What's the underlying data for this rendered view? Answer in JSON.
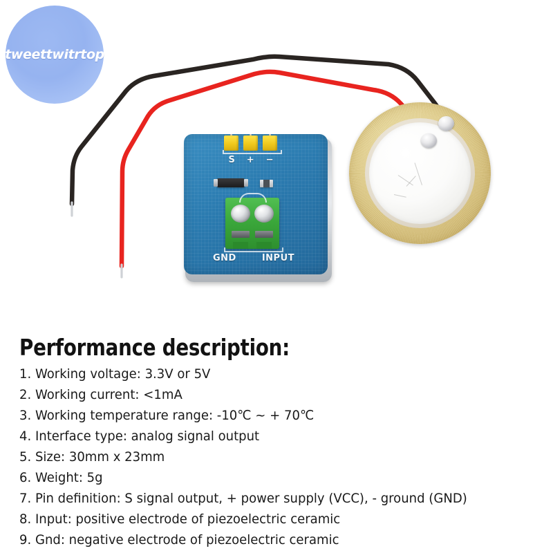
{
  "watermark": {
    "text": "tweettwitrtop",
    "shape": "circle",
    "background_color": "#9db9f2",
    "text_color": "#ffffff"
  },
  "photo": {
    "alt_name": "piezoelectric-vibration-sensor-module-photo",
    "background_color": "#ffffff",
    "pcb": {
      "board_color": "#2b7bb0",
      "header": {
        "block_color": "#f0c91d",
        "pin_labels": [
          "S",
          "+",
          "−"
        ]
      },
      "terminal_block": {
        "color": "#3ba83b",
        "labels": [
          "GND",
          "INPUT"
        ]
      },
      "components": [
        "smd-ic",
        "smd-resistor"
      ]
    },
    "piezo_disc": {
      "ring_color": "#d6c07c",
      "ceramic_color": "#fbfbfa",
      "solder_points": 2
    },
    "wires": [
      {
        "name": "red-wire",
        "color": "#e8241f"
      },
      {
        "name": "black-wire",
        "color": "#2a2522"
      }
    ]
  },
  "specs": {
    "title": "Performance description:",
    "items": [
      "1. Working voltage: 3.3V or 5V",
      "2. Working current: <1mA",
      "3. Working temperature range: -10℃ ~ + 70℃",
      "4. Interface type: analog signal output",
      "5. Size: 30mm x 23mm",
      "6. Weight: 5g",
      "7. Pin definition: S signal output, + power supply (VCC), - ground (GND)",
      "8. Input: positive electrode of piezoelectric ceramic",
      "9. Gnd: negative electrode of piezoelectric ceramic"
    ]
  }
}
